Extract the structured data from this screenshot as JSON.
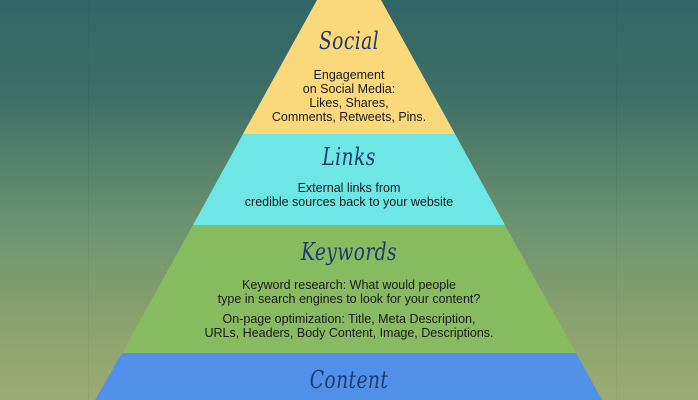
{
  "colors": {
    "social": "#fbd97a",
    "links": "#6de6e5",
    "keywords": "#86bb5f",
    "content": "#5090e8",
    "title_text": "#1f3a6e"
  },
  "layers": [
    {
      "title": "Social",
      "desc": [
        "Engagement",
        "on Social Media:",
        "Likes, Shares,",
        "Comments, Retweets, Pins."
      ]
    },
    {
      "title": "Links",
      "desc": [
        "External links from",
        "credible sources back to your website"
      ]
    },
    {
      "title": "Keywords",
      "desc1": [
        "Keyword research: What would people",
        "type in search engines to look for your content?"
      ],
      "desc2": [
        "On-page optimization: Title, Meta Description,",
        "URLs, Headers, Body Content, Image, Descriptions."
      ]
    },
    {
      "title": "Content"
    }
  ]
}
